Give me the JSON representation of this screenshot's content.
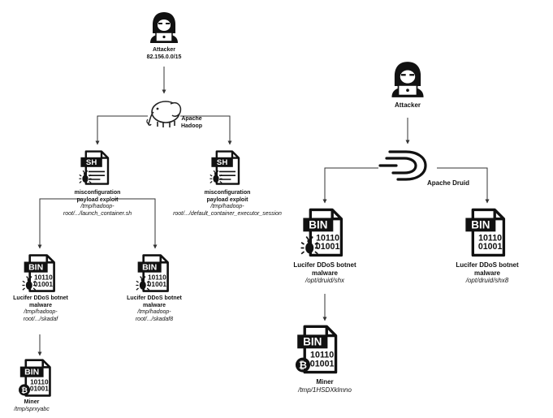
{
  "colors": {
    "ink": "#111111",
    "line": "#333333",
    "paper": "#ffffff"
  },
  "left_flow": {
    "attacker": {
      "icon": "hacker-icon",
      "title": "Attacker",
      "ip": "82.156.0.0/15"
    },
    "hadoop": {
      "icon": "hadoop-elephant-icon",
      "title": "Apache\nHadoop"
    },
    "exploit_a": {
      "icon": "sh-file-icon",
      "badge": "SH",
      "title": "misconfiguration\npayload exploit",
      "path": "/tmp/hadoop-\nroot/.../launch_container.sh"
    },
    "exploit_b": {
      "icon": "sh-file-icon",
      "badge": "SH",
      "title": "misconfiguration\npayload exploit",
      "path": "/tmp/hadoop-\nroot/.../default_container_executor_session"
    },
    "malware_a": {
      "icon": "bin-file-icon",
      "badge": "BIN",
      "bits": "10110\n01001",
      "title": "Lucifer DDoS botnet\nmalware",
      "path": "/tmp/hadoop-\nroot/.../skadaf"
    },
    "malware_b": {
      "icon": "bin-file-icon",
      "badge": "BIN",
      "bits": "10110\n01001",
      "title": "Lucifer DDoS botnet\nmalware",
      "path": "/tmp/hadoop-\nroot/.../skadaf8"
    },
    "miner": {
      "icon": "bitcoin-bin-file-icon",
      "badge": "BIN",
      "bits": "10110\n01001",
      "title": "Miner",
      "path": "/tmp/sprxyabc"
    }
  },
  "right_flow": {
    "attacker": {
      "icon": "hacker-icon",
      "title": "Attacker"
    },
    "druid": {
      "icon": "druid-logo-icon",
      "title": "Apache Druid"
    },
    "malware_a": {
      "icon": "bin-file-icon",
      "badge": "BIN",
      "bits": "10110\n01001",
      "title": "Lucifer DDoS botnet\nmalware",
      "path": "/opt/druid/shx"
    },
    "malware_b": {
      "icon": "bin-file-icon",
      "badge": "BIN",
      "bits": "10110\n01001",
      "title": "Lucifer DDoS botnet\nmalware",
      "path": "/opt/druid/shx8"
    },
    "miner": {
      "icon": "bitcoin-bin-file-icon",
      "badge": "BIN",
      "bits": "10110\n01001",
      "title": "Miner",
      "path": "/tmp/1HSDXklmno"
    }
  }
}
